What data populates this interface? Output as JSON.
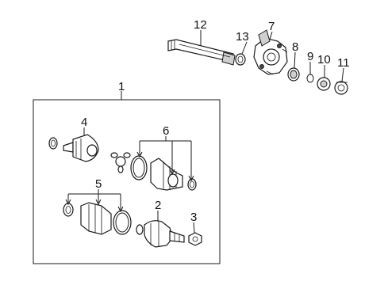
{
  "callouts": {
    "c1": "1",
    "c2": "2",
    "c3": "3",
    "c4": "4",
    "c5": "5",
    "c6": "6",
    "c7": "7",
    "c8": "8",
    "c9": "9",
    "c10": "10",
    "c11": "11",
    "c12": "12",
    "c13": "13"
  },
  "colors": {
    "ink": "#1a1a1a",
    "fill_light": "#ffffff",
    "fill_grey": "#cfcfcf",
    "fill_dark": "#4a4a4a"
  }
}
